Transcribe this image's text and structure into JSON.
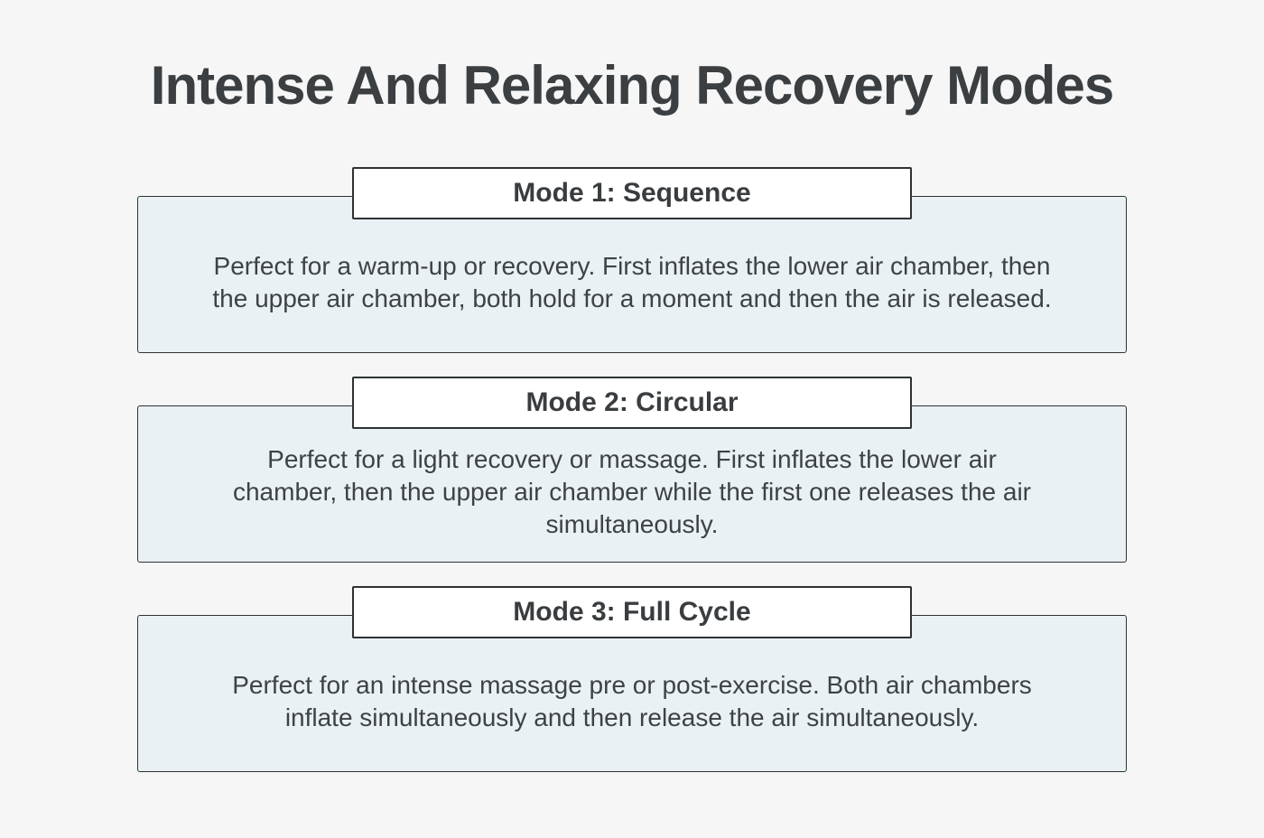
{
  "page": {
    "title": "Intense And Relaxing Recovery Modes",
    "background_color": "#f5f6f5"
  },
  "colors": {
    "card_body_background": "#e9f1f5",
    "card_header_background": "#ffffff",
    "border": "#2e3234",
    "text": "#3e4246"
  },
  "cards": [
    {
      "title": "Mode 1: Sequence",
      "description": "Perfect for a warm-up or recovery. First inflates the lower air chamber, then the upper air chamber, both hold for a moment and then the air is released."
    },
    {
      "title": "Mode 2: Circular",
      "description": "Perfect for a light recovery or massage. First inflates the lower air chamber, then the upper air chamber while the first one releases the air simultaneously."
    },
    {
      "title": "Mode 3: Full Cycle",
      "description": "Perfect for an intense massage pre or post-exercise. Both air chambers inflate simultaneously and then release the air simultaneously."
    }
  ]
}
